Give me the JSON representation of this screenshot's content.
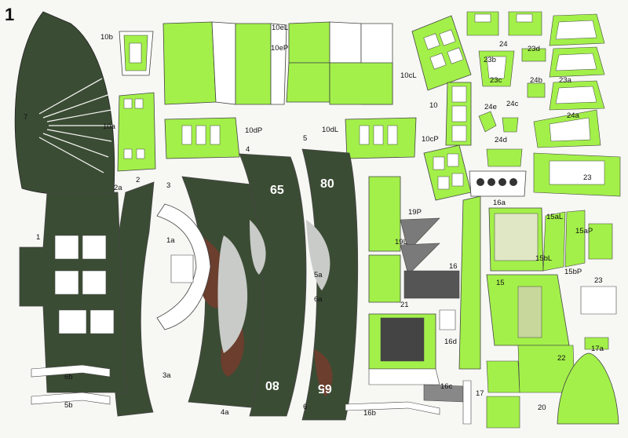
{
  "sheet": {
    "page_number": "1",
    "colors": {
      "lime": "#a3f04a",
      "camo_green": "#3b4c34",
      "camo_brown": "#6b3e2e",
      "camo_grey": "#c9cbc8",
      "white": "#ffffff",
      "line": "#444444"
    }
  },
  "labels": {
    "p7": "7",
    "p10b": "10b",
    "p10a": "10a",
    "p10eL": "10eL",
    "p10eP": "10eP",
    "p10dP": "10dP",
    "p10dL": "10dL",
    "p10cL": "10cL",
    "p10": "10",
    "p10cP": "10cP",
    "p24": "24",
    "p23b": "23b",
    "p23d": "23d",
    "p23c": "23c",
    "p23a": "23a",
    "p24b": "24b",
    "p24e": "24e",
    "p24c": "24c",
    "p24a": "24a",
    "p24d": "24d",
    "p23": "23",
    "p23_2": "23",
    "p16a": "16a",
    "p15aL": "15aL",
    "p15aP": "15aP",
    "p15bL": "15bL",
    "p15bP": "15bP",
    "p15": "15",
    "p2a": "2a",
    "p2": "2",
    "p3": "3",
    "p4": "4",
    "p5": "5",
    "p1": "1",
    "p1a": "1a",
    "p5a": "5a",
    "p6a": "6a",
    "p3a": "3a",
    "p4a": "4a",
    "p6": "6",
    "p6b": "6b",
    "p5b": "5b",
    "p19P": "19P",
    "p19L": "19L",
    "p16": "16",
    "p21": "21",
    "p16d": "16d",
    "p16c": "16c",
    "p16b": "16b",
    "p17": "17",
    "p17a": "17a",
    "p22": "22",
    "p20": "20"
  },
  "markings": {
    "m65_top": "65",
    "m80_top": "80",
    "m80_bottom": "80",
    "m65_bottom": "65"
  }
}
